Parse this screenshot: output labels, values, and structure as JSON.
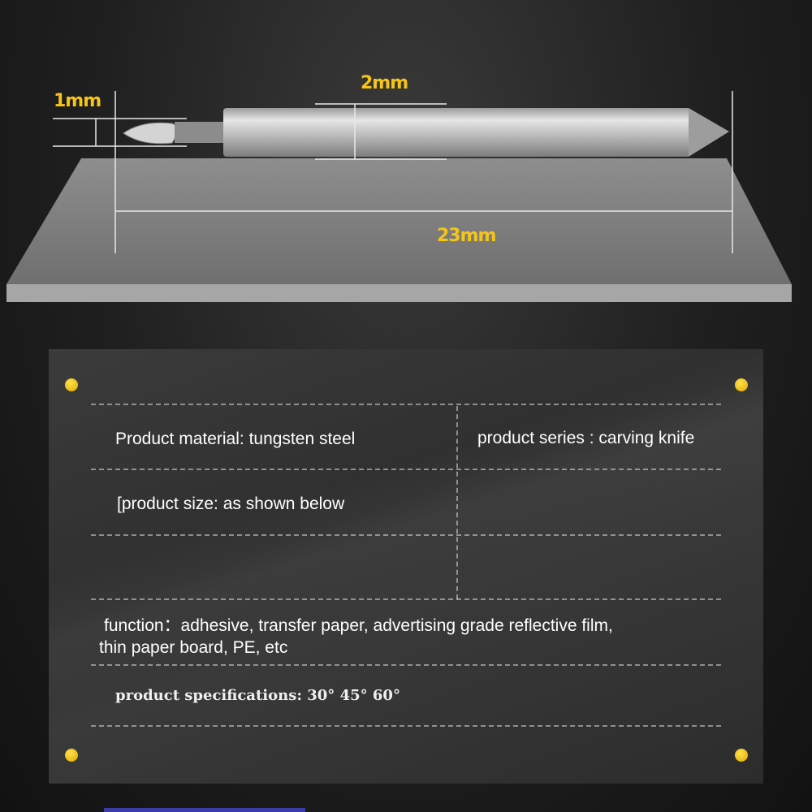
{
  "dimensions": {
    "tip_width": "1mm",
    "shank_diameter": "2mm",
    "overall_length": "23mm"
  },
  "specs": {
    "material": "Product material: tungsten steel",
    "series": "product series : carving knife",
    "size": "[product size: as shown below",
    "function_line1": "function：adhesive, transfer paper, advertising grade reflective film,",
    "function_line2": "thin paper board, PE, etc",
    "specifications": "product specifications: 30°  45°  60°"
  },
  "colors": {
    "label": "#f5c518",
    "pin": "#f5c518",
    "panel": "#333333"
  }
}
